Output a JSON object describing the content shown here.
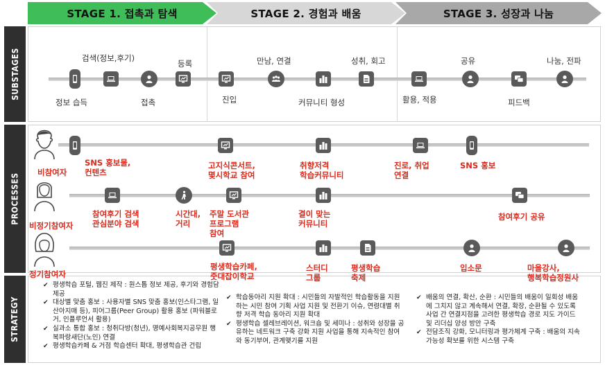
{
  "stages": [
    "STAGE 1. 접촉과 탐색",
    "STAGE 2. 경험과 배움",
    "STAGE 3. 성장과 나눔"
  ],
  "side_labels": {
    "substages": "SUBSTAGES",
    "processes": "PROCESSES",
    "strategy": "STRATEGY"
  },
  "substages": {
    "top": [
      "검색(정보,후기)",
      "등록",
      "만남, 연결",
      "성취, 회고",
      "공유",
      "나눔, 전파"
    ],
    "bottom": [
      "정보 습득",
      "접촉",
      "진입",
      "커뮤니티 형성",
      "활용, 적용",
      "피드백"
    ]
  },
  "personas": [
    "비참여자",
    "비정기참여자",
    "정기참여자"
  ],
  "processes": {
    "row1": [
      "SNS 홍보물,\n컨텐츠",
      "고지식콘서트,\n몇시학교 참여",
      "취향저격\n학습커뮤니티",
      "진로, 취업\n연결",
      "SNS 홍보"
    ],
    "row2": [
      "참여후기 검색\n관심분야 검색",
      "시간대,\n거리",
      "주말 도서관\n프로그램\n참여",
      "결이 맞는\n커뮤니티",
      "참여후기 공유"
    ],
    "row3": [
      "평생학습카페,\n줏대잡이학교",
      "스터디\n그룹",
      "평생학습\n축제",
      "입소문",
      "마을강사,\n행복학습정원사"
    ]
  },
  "strategy": {
    "col1": [
      "평생학습 포털, 웹진 제작 : 원스톱 정보 제공, 후기와 경험담 제공",
      "대상별 맞춤 홍보 : 사용자별 SNS 맞춤 홍보(인스타그램, 일산아지매 등), 피어그룹(Peer Group) 활용 홍보 (파워블로거, 인플루언서 활용)",
      "실과소 통합 홍보 : 청취다방(청년), 명예사회복지공무원 행복파랑새단(노인) 연결",
      "평생학습카페 & 거점 학습센터 확대, 평생학습관 건립"
    ],
    "col2": [
      "학습동아리 지원 확대 : 시민들의 자발적인 학습활동을 지원하는 시민 참여 기획 사업 지원 및 전환기 이슈, 연령대별 취향 저격 학습 동아리 지원 확대",
      "평생학습 셀레브레이션, 워크숍 및 세미나 : 성취와 성장을 공유하는 네트워크 구축 강화 지원 사업을 통해 지속적인 참여와 동기부여, 관계맺기를 지원"
    ],
    "col3": [
      "배움의 연결, 확산, 순환 : 시민들의 배움이 일회성 배움에 그치지 않고 계속해서 연결, 확장, 순환될 수 있도록 사업 간 연결지점을 고려한 평생학습 경로 지도 가이드 및 리더십 양성 방안 구축",
      "전담조직 강화, 모니터링과 평가체계 구축 : 배움의 지속가능성 확보를 위한 시스템 구축"
    ]
  },
  "colors": {
    "stage1": "#3fbd59",
    "stage2": "#d7d7d7",
    "stage3": "#a8a8a8",
    "accent": "#d92a1c",
    "node": "#5a5a5a"
  }
}
